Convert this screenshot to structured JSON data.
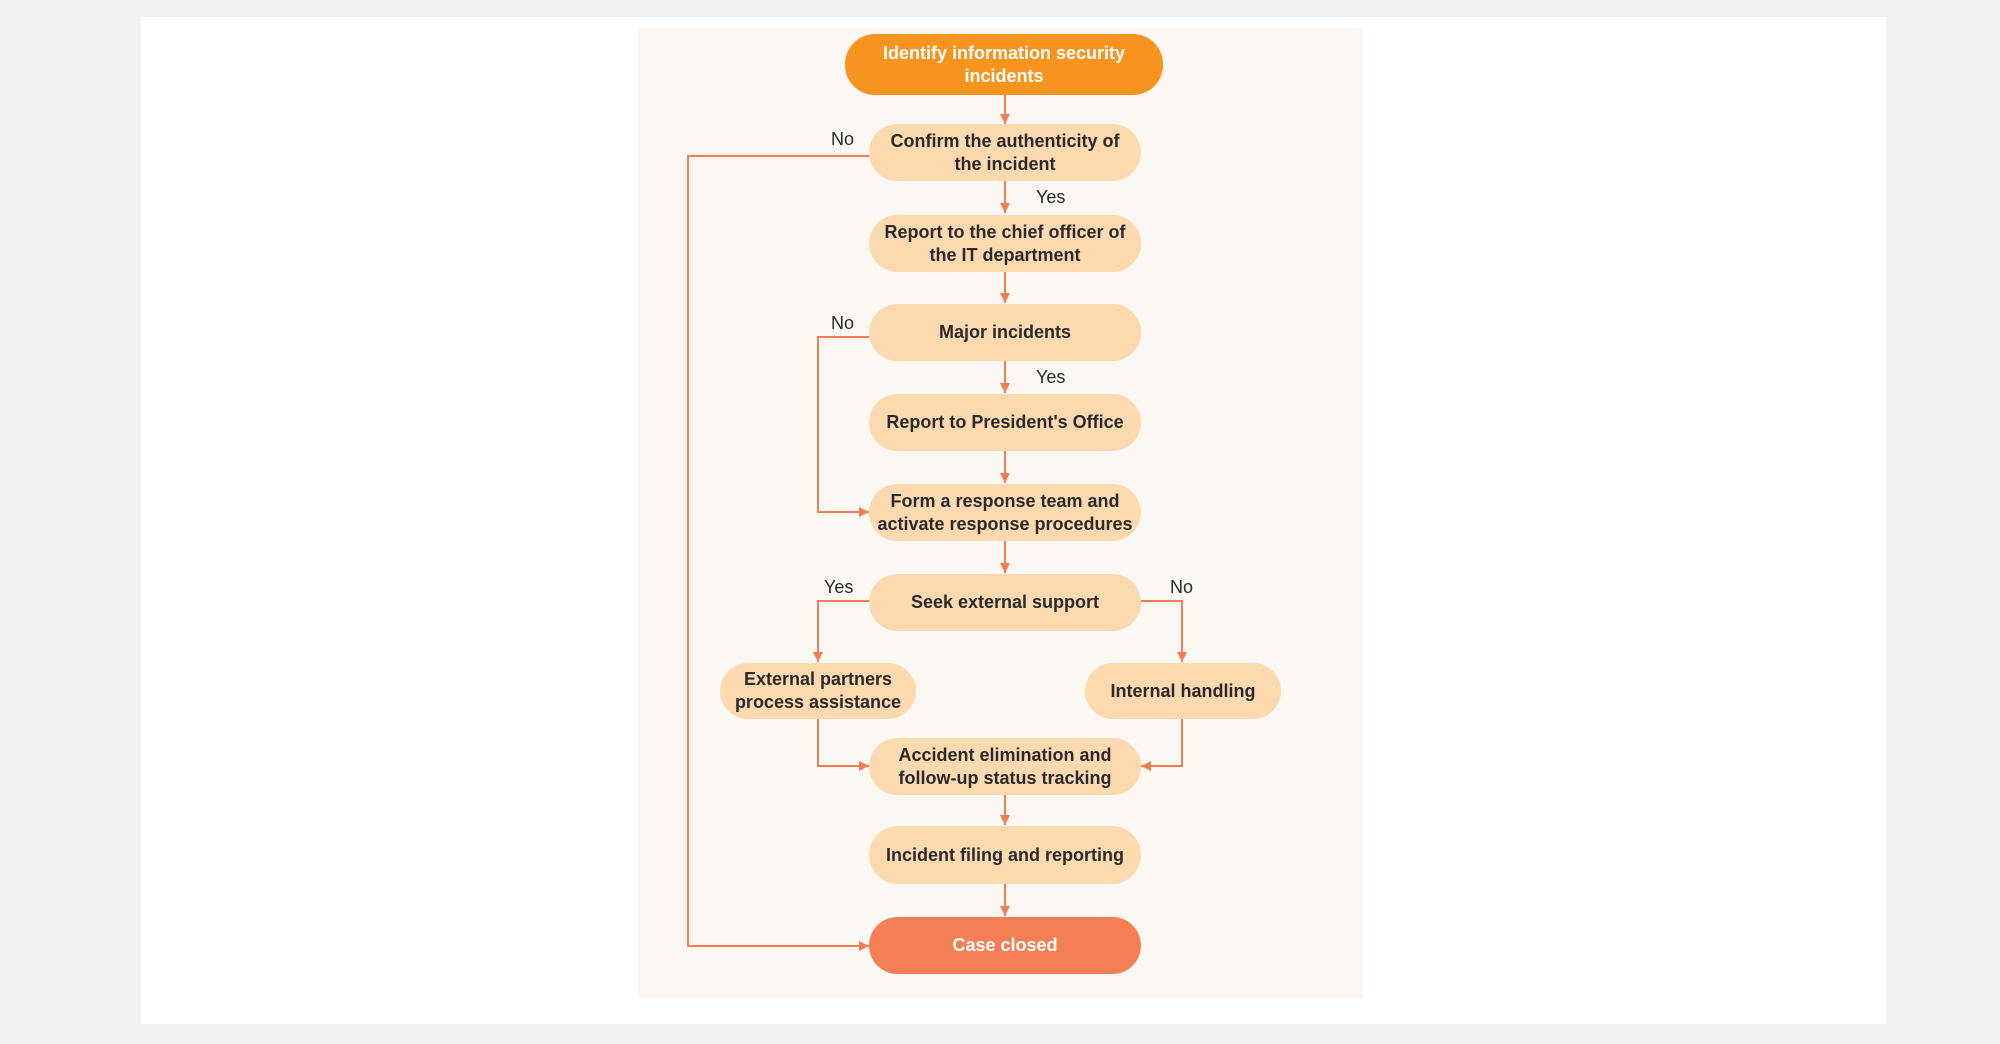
{
  "flowchart": {
    "nodes": {
      "identify": "Identify information security incidents",
      "confirm": "Confirm the authenticity of the incident",
      "report_it": "Report to the chief officer of the IT department",
      "major": "Major incidents",
      "report_president": "Report to President's Office",
      "form_team": "Form a response team and activate response procedures",
      "seek_support": "Seek external support",
      "external_partners": "External partners process assistance",
      "internal_handling": "Internal handling",
      "elimination": "Accident elimination and follow-up status tracking",
      "filing": "Incident filing and reporting",
      "case_closed": "Case closed"
    },
    "edge_labels": {
      "confirm_no": "No",
      "confirm_yes": "Yes",
      "major_no": "No",
      "major_yes": "Yes",
      "seek_yes": "Yes",
      "seek_no": "No"
    },
    "colors": {
      "start_fill": "#f79420",
      "node_fill": "#fdd9b0",
      "end_fill": "#f47f55",
      "connector": "#f07e55"
    }
  }
}
